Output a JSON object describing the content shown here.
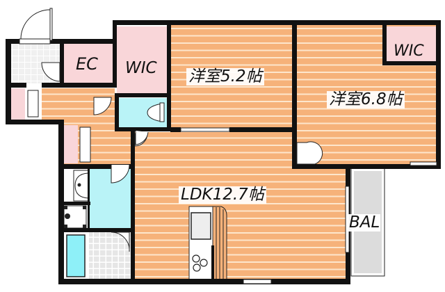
{
  "floor_plan": {
    "rooms": [
      {
        "id": "ec",
        "label": "EC",
        "type": "storage"
      },
      {
        "id": "wic1",
        "label": "WIC",
        "type": "walk-in-closet"
      },
      {
        "id": "room1",
        "label": "洋室5.2帖",
        "type": "western-room",
        "size_jo": 5.2
      },
      {
        "id": "wic2",
        "label": "WIC",
        "type": "walk-in-closet"
      },
      {
        "id": "room2",
        "label": "洋室6.8帖",
        "type": "western-room",
        "size_jo": 6.8
      },
      {
        "id": "ldk",
        "label": "LDK12.7帖",
        "type": "living-dining-kitchen",
        "size_jo": 12.7
      },
      {
        "id": "bal",
        "label": "BAL",
        "type": "balcony"
      }
    ],
    "colors": {
      "wall": "#111111",
      "floor_wood": "#f6b27a",
      "floor_stripe": "#fde6cc",
      "closet_pink": "#f9d6d9",
      "wet_area_blue": "#b9f3f7",
      "bathtub_blue": "#8ef0f8",
      "tile_gray": "#e3e3e3",
      "balcony_gray": "#dcdcdc",
      "entrance_tile": "#f2f2f2"
    }
  }
}
